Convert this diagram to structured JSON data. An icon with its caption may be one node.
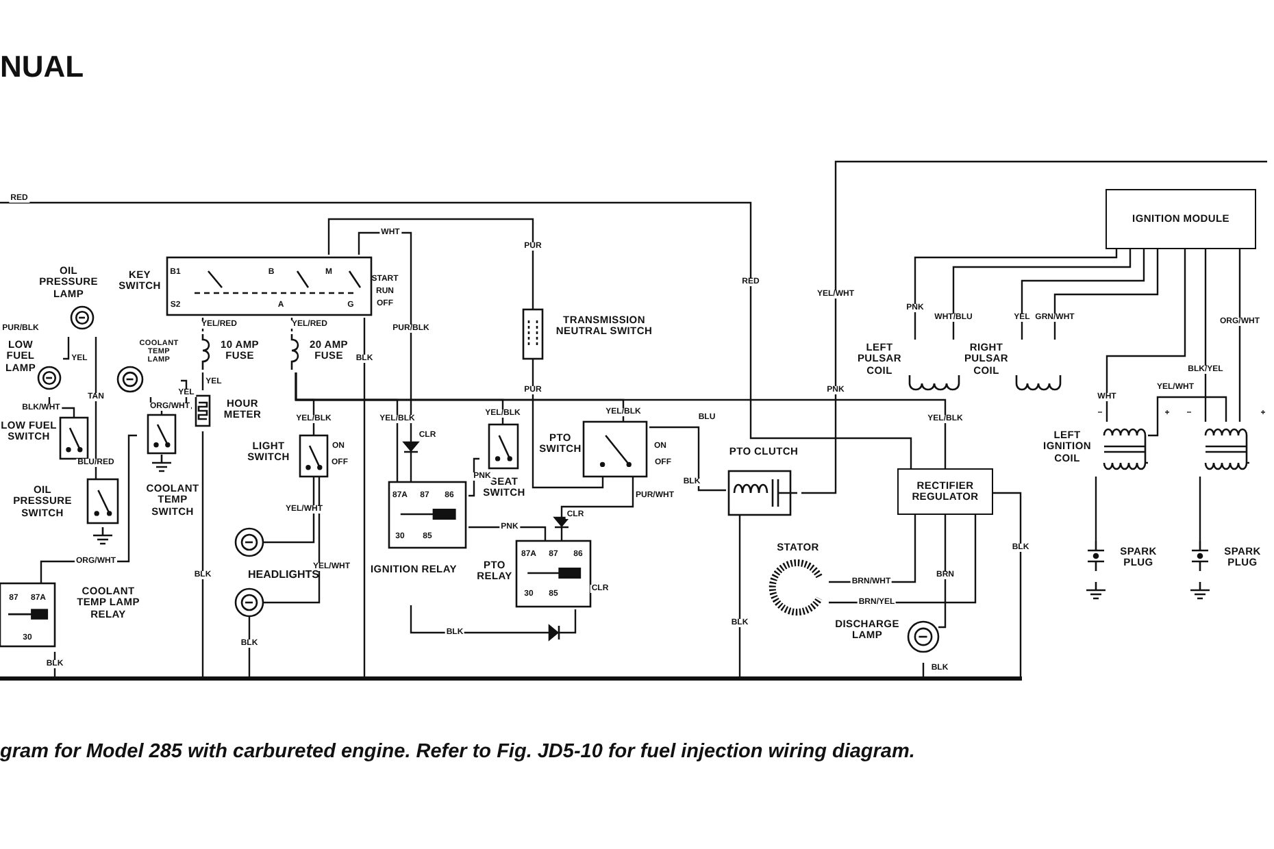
{
  "diagram": {
    "title": "NUAL",
    "caption": "gram for Model 285 with carbureted engine. Refer to Fig. JD5-10 for fuel injection wiring diagram.",
    "nodes": [
      {
        "text": [
          "OIL PRESSURE LAMP"
        ]
      },
      {
        "text": [
          "KEY SWITCH"
        ],
        "beside": [
          "START",
          "RUN",
          "OFF"
        ]
      },
      {
        "text": [
          "LOW FUEL LAMP"
        ]
      },
      {
        "text": [
          "COOLANT TEMP LAMP"
        ]
      },
      {
        "text": [
          "10 AMP FUSE"
        ]
      },
      {
        "text": [
          "20 AMP FUSE"
        ]
      },
      {
        "text": [
          "HOUR METER"
        ]
      },
      {
        "text": [
          "LOW FUEL SWITCH"
        ]
      },
      {
        "text": [
          "COOLANT TEMP SWITCH"
        ]
      },
      {
        "text": [
          "OIL PRESSURE SWITCH"
        ]
      },
      {
        "text": [
          "LIGHT SWITCH"
        ],
        "beside": [
          "ON",
          "OFF"
        ]
      },
      {
        "text": [],
        "shape": "circle"
      },
      {
        "text": [],
        "shape": "circle"
      },
      {
        "text": [
          "COOLANT TEMP LAMP RELAY"
        ]
      },
      {
        "text": [
          "IGNITION RELAY"
        ]
      },
      {
        "text": [
          "TRANSMISSION NEUTRAL SWITCH"
        ]
      },
      {
        "text": [
          "SEAT SWITCH"
        ]
      },
      {
        "text": [
          "PTO SWITCH"
        ],
        "beside": [
          "ON",
          "OFF"
        ]
      },
      {
        "text": [
          "PTO RELAY"
        ]
      },
      {
        "text": [
          "PTO CLUTCH"
        ]
      },
      {
        "text": [
          "RECTIFIER REGULATOR"
        ]
      },
      {
        "text": [
          "STATOR"
        ]
      },
      {
        "text": [
          "DISCHARGE LAMP"
        ]
      },
      {
        "text": [
          "IGNITION MODULE"
        ]
      },
      {
        "text": [
          "LEFT PULSAR COIL"
        ]
      },
      {
        "text": [
          "RIGHT PULSAR COIL"
        ]
      },
      {
        "text": [
          "LEFT IGNITION COIL"
        ]
      },
      {
        "text": [],
        "shape": "coil"
      },
      {
        "text": [
          "SPARK PLUG"
        ]
      },
      {
        "text": [
          "SPARK PLUG"
        ]
      },
      {
        "text": [],
        "shape": "bar"
      }
    ],
    "edges": [
      {
        "from": 1,
        "to": 4,
        "arrow": "none",
        "label": "YEL/RED"
      },
      {
        "from": 1,
        "to": 5,
        "arrow": "none",
        "label": "YEL/RED"
      },
      {
        "from": 4,
        "to": 6,
        "arrow": "none",
        "label": "YEL"
      },
      {
        "from": 5,
        "to": 10,
        "arrow": "none",
        "label": "YEL/BLK"
      },
      {
        "from": 10,
        "to": 11,
        "arrow": "none",
        "label": "YEL/WHT"
      },
      {
        "from": 10,
        "to": 12,
        "arrow": "none",
        "label": "YEL/WHT"
      },
      {
        "from": 3,
        "to": 6,
        "arrow": "none",
        "label": "YEL"
      },
      {
        "from": 2,
        "to": 0,
        "arrow": "none",
        "label": "YEL"
      },
      {
        "from": 2,
        "to": 7,
        "arrow": "none",
        "label": "BLK/WHT"
      },
      {
        "from": 0,
        "to": 9,
        "arrow": "none",
        "label": "TAN"
      },
      {
        "from": 8,
        "to": 13,
        "arrow": "none",
        "label": "ORG/WHT"
      },
      {
        "from": 1,
        "to": 14,
        "arrow": "none",
        "label": "PUR/BLK"
      },
      {
        "from": 1,
        "to": 15,
        "arrow": "none",
        "label": "PUR"
      },
      {
        "from": 15,
        "to": 17,
        "arrow": "none",
        "label": "PUR"
      },
      {
        "from": 5,
        "to": 14,
        "arrow": "none",
        "label": "YEL/BLK"
      },
      {
        "from": 5,
        "to": 16,
        "arrow": "none",
        "label": "YEL/BLK"
      },
      {
        "from": 5,
        "to": 17,
        "arrow": "none",
        "label": "YEL/BLK"
      },
      {
        "from": 5,
        "to": 20,
        "arrow": "none",
        "label": "YEL/BLK"
      },
      {
        "from": 16,
        "to": 14,
        "arrow": "none",
        "label": "PNK"
      },
      {
        "from": 17,
        "to": 18,
        "arrow": "none",
        "label": "PUR/WHT"
      },
      {
        "from": 17,
        "to": 19,
        "arrow": "none",
        "label": "BLU"
      },
      {
        "from": 14,
        "to": 18,
        "arrow": "none",
        "label": "PNK"
      },
      {
        "from": 14,
        "to": 18,
        "arrow": "none",
        "label": "BLK"
      },
      {
        "from": null,
        "to": 20,
        "arrow": "none",
        "label": "RED"
      },
      {
        "from": null,
        "to": 19,
        "arrow": "none",
        "label": "YEL/WHT"
      },
      {
        "from": 21,
        "to": 20,
        "arrow": "none",
        "label": "BRN/WHT"
      },
      {
        "from": 21,
        "to": 20,
        "arrow": "none",
        "label": "BRN/YEL"
      },
      {
        "from": 20,
        "to": 22,
        "arrow": "none",
        "label": "BRN"
      },
      {
        "from": 23,
        "to": 24,
        "arrow": "none",
        "label": "PNK"
      },
      {
        "from": 23,
        "to": 24,
        "arrow": "none",
        "label": "WHT/BLU"
      },
      {
        "from": 23,
        "to": 25,
        "arrow": "none",
        "label": "YEL"
      },
      {
        "from": 23,
        "to": 25,
        "arrow": "none",
        "label": "GRN/WHT"
      },
      {
        "from": 23,
        "to": 26,
        "arrow": "none",
        "label": "WHT"
      },
      {
        "from": 23,
        "to": 27,
        "arrow": "none",
        "label": "BLK/YEL"
      },
      {
        "from": 23,
        "to": 27,
        "arrow": "none",
        "label": "ORG/WHT"
      },
      {
        "from": 26,
        "to": 27,
        "arrow": "none",
        "label": "YEL/WHT"
      },
      {
        "from": 26,
        "to": 28,
        "arrow": "none"
      },
      {
        "from": 27,
        "to": 29,
        "arrow": "none"
      },
      {
        "from": 3,
        "to": 8,
        "arrow": "none",
        "label": "ORG/WHT"
      },
      {
        "from": 1,
        "to": 30,
        "arrow": "none",
        "label": "BLK"
      },
      {
        "from": 6,
        "to": 30,
        "arrow": "none",
        "label": "BLK"
      },
      {
        "from": 12,
        "to": 30,
        "arrow": "none",
        "label": "BLK"
      },
      {
        "from": 13,
        "to": 30,
        "arrow": "none",
        "label": "BLK"
      },
      {
        "from": 19,
        "to": 30,
        "arrow": "none",
        "label": "BLK"
      },
      {
        "from": 22,
        "to": 30,
        "arrow": "none",
        "label": "BLK"
      },
      {
        "from": 20,
        "to": 30,
        "arrow": "none",
        "label": "BLK"
      }
    ],
    "labels": [
      "RED",
      "WHT",
      "B1",
      "B",
      "M",
      "S2",
      "A",
      "G",
      "PUR/BLK",
      "BLU/RED",
      "HEADLIGHTS",
      "87",
      "87A",
      "30",
      "87A",
      "87",
      "86",
      "30",
      "85",
      "CLR",
      "87A",
      "87",
      "86",
      "30",
      "85",
      "CLR",
      "CLR",
      "BLK",
      "PNK",
      "−",
      "+",
      "−",
      "+"
    ]
  }
}
